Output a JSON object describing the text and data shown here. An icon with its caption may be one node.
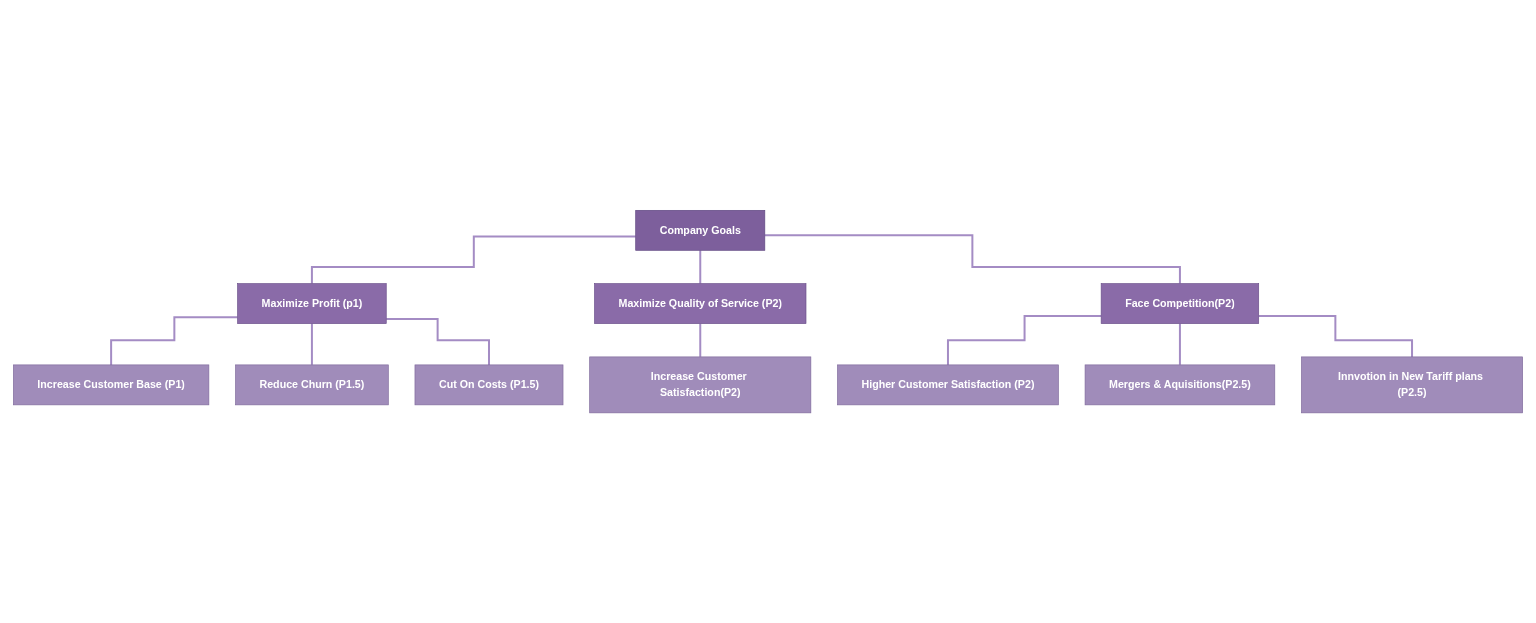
{
  "diagram": {
    "nodes": [
      {
        "text": [
          "Company Goals"
        ]
      },
      {
        "text": [
          "Maximize Profit (p1)"
        ]
      },
      {
        "text": [
          "Maximize Quality of Service (P2)"
        ]
      },
      {
        "text": [
          "Face Competition(P2)"
        ]
      },
      {
        "text": [
          "Increase Customer Base (P1)"
        ]
      },
      {
        "text": [
          "Reduce Churn (P1.5)"
        ]
      },
      {
        "text": [
          "Cut On Costs (P1.5)"
        ]
      },
      {
        "text": [
          "Increase Customer Satisfaction(P2)"
        ]
      },
      {
        "text": [
          "Higher Customer Satisfaction (P2)"
        ]
      },
      {
        "text": [
          "Mergers & Aquisitions(P2.5)"
        ]
      },
      {
        "text": [
          "Innvotion in New Tariff plans (P2.5)"
        ]
      }
    ],
    "edges": [
      {
        "from": 0,
        "to": 1,
        "arrow": "none"
      },
      {
        "from": 0,
        "to": 2,
        "arrow": "none"
      },
      {
        "from": 0,
        "to": 3,
        "arrow": "none"
      },
      {
        "from": 1,
        "to": 4,
        "arrow": "none"
      },
      {
        "from": 1,
        "to": 5,
        "arrow": "none"
      },
      {
        "from": 1,
        "to": 6,
        "arrow": "none"
      },
      {
        "from": 2,
        "to": 7,
        "arrow": "none"
      },
      {
        "from": 3,
        "to": 8,
        "arrow": "none"
      },
      {
        "from": 3,
        "to": 9,
        "arrow": "none"
      },
      {
        "from": 3,
        "to": 10,
        "arrow": "none"
      }
    ]
  }
}
